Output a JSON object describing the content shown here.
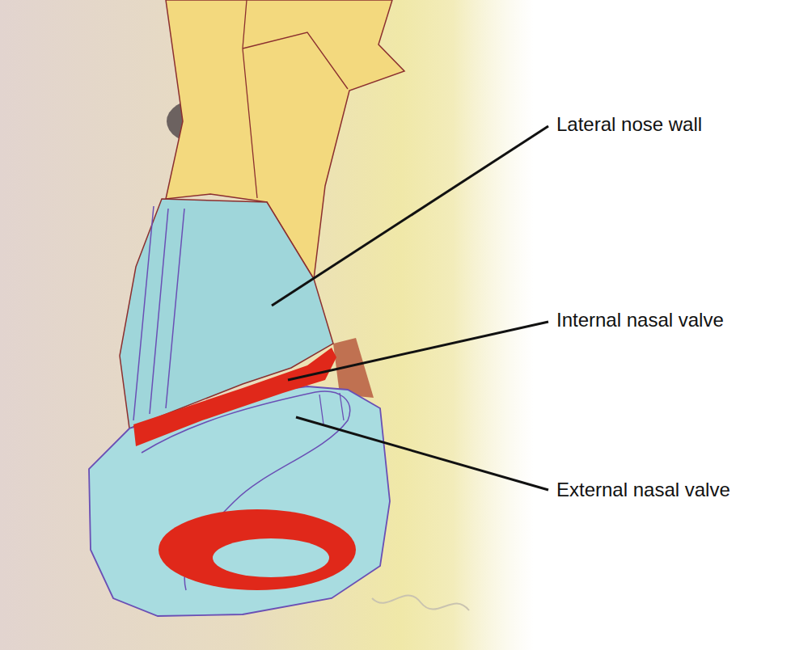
{
  "diagram": {
    "labels": [
      "Lateral nose wall",
      "Internal nasal valve",
      "External nasal valve"
    ]
  }
}
